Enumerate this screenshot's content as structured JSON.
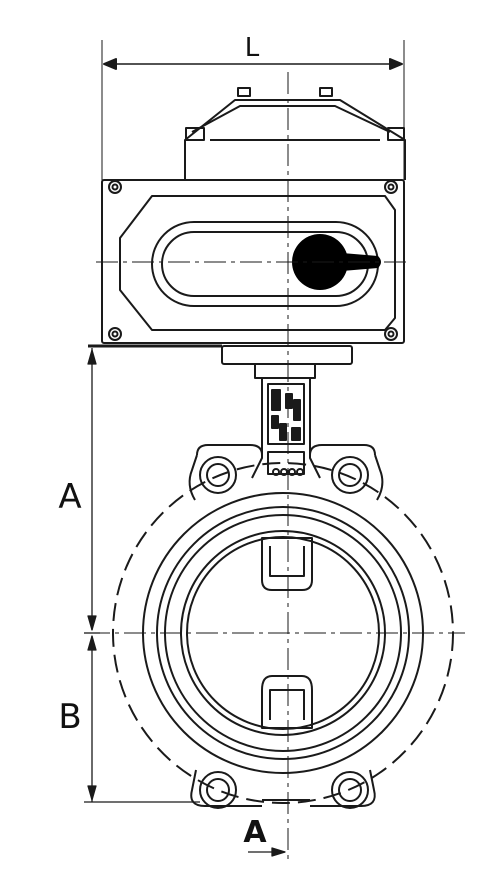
{
  "dimensions": {
    "length_label": "L",
    "height_top_label": "A",
    "height_bottom_label": "B",
    "section_label": "A"
  },
  "colors": {
    "line": "#1a1a1a",
    "handle": "#000000",
    "background": "#ffffff"
  },
  "icons": {
    "handwheel": "lever-knob-icon",
    "bolt": "bolt-hole-icon"
  }
}
